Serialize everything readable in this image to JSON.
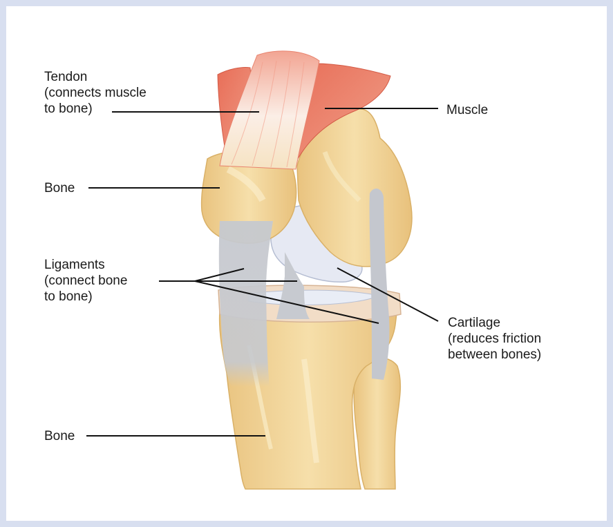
{
  "labels": {
    "tendon": "Tendon\n(connects muscle\nto bone)",
    "muscle": "Muscle",
    "bone_upper": "Bone",
    "ligaments": "Ligaments\n(connect bone\nto bone)",
    "cartilage": "Cartilage\n(reduces friction\nbetween bones)",
    "bone_lower": "Bone"
  },
  "colors": {
    "border": "#d8dff0",
    "bone": "#f3d9a0",
    "bone_shade": "#e4be76",
    "muscle": "#e9806a",
    "cartilage": "#e6e9f3",
    "ligament": "#c9ccd2",
    "leader_line": "#111111"
  }
}
